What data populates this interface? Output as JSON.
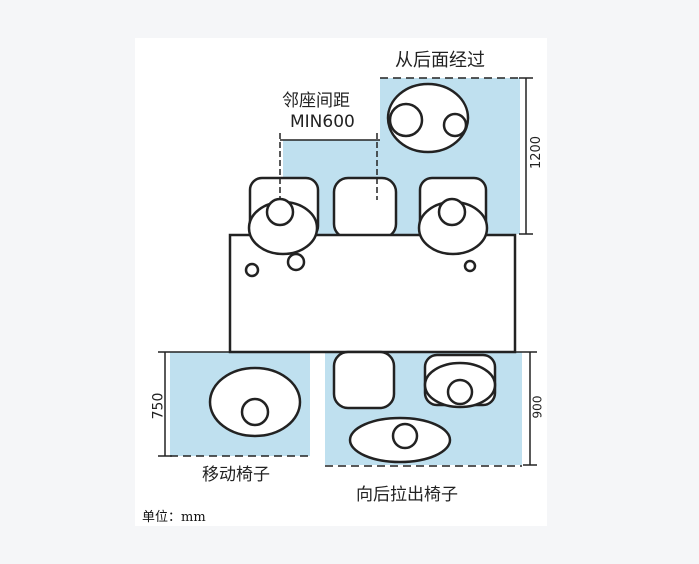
{
  "labels": {
    "pass_behind": "从后面经过",
    "adjacent_spacing": "邻座间距",
    "min_spacing": "MIN600",
    "move_chair": "移动椅子",
    "pull_chair_back": "向后拉出椅子",
    "unit": "单位：mm"
  },
  "dimensions": {
    "pass_behind_depth": "1200",
    "pull_back_depth": "900",
    "move_chair_depth": "750"
  },
  "colors": {
    "zone": "#bfe0ef",
    "line": "#222222"
  }
}
